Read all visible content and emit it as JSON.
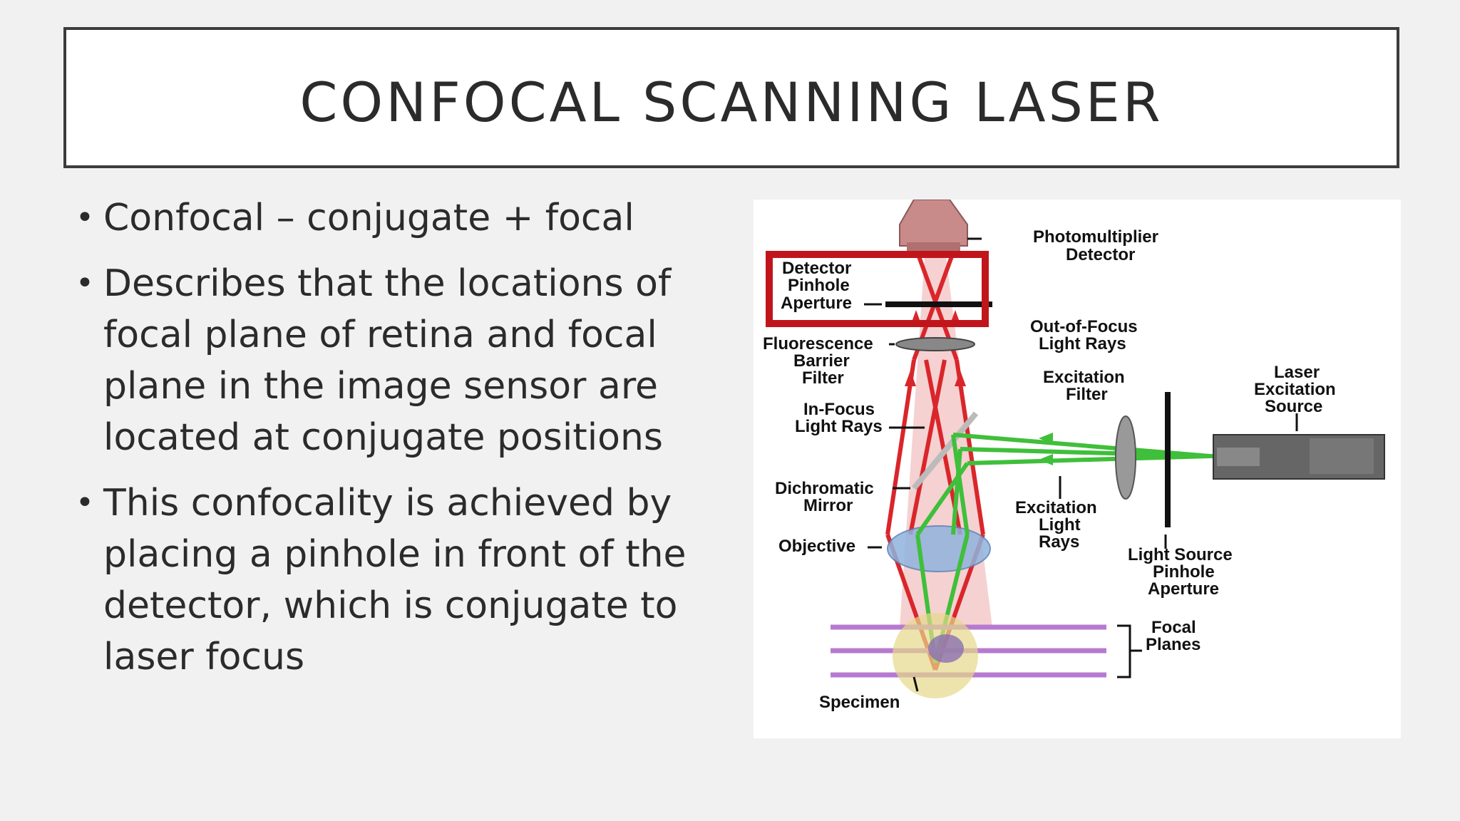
{
  "title": "CONFOCAL SCANNING LASER",
  "bullets": [
    "Confocal – conjugate + focal",
    "Describes that the locations of focal plane of retina and focal plane in the image sensor are located at conjugate positions",
    "This confocality is achieved by placing a pinhole in front of the detector, which is conjugate to laser focus"
  ],
  "bullet_lines": [
    [
      "Confocal – conjugate + focal"
    ],
    [
      "Describes that the locations of",
      "focal plane of retina and focal",
      "plane in the image sensor are",
      "located at conjugate positions"
    ],
    [
      "This confocality is achieved by",
      "placing a pinhole in front of the",
      "detector, which is conjugate to",
      "laser focus"
    ]
  ],
  "diagram": {
    "labels": {
      "photomultiplier_1": "Photomultiplier",
      "photomultiplier_2": "Detector",
      "detector_pinhole_1": "Detector",
      "detector_pinhole_2": "Pinhole",
      "detector_pinhole_3": "Aperture",
      "out_of_focus_1": "Out-of-Focus",
      "out_of_focus_2": "Light Rays",
      "fluorescence_1": "Fluorescence",
      "fluorescence_2": "Barrier",
      "fluorescence_3": "Filter",
      "excitation_filter_1": "Excitation",
      "excitation_filter_2": "Filter",
      "laser_1": "Laser",
      "laser_2": "Excitation",
      "laser_3": "Source",
      "in_focus_1": "In-Focus",
      "in_focus_2": "Light Rays",
      "dichromatic_1": "Dichromatic",
      "dichromatic_2": "Mirror",
      "excitation_rays_1": "Excitation",
      "excitation_rays_2": "Light",
      "excitation_rays_3": "Rays",
      "objective": "Objective",
      "light_source_1": "Light Source",
      "light_source_2": "Pinhole",
      "light_source_3": "Aperture",
      "focal_planes_1": "Focal",
      "focal_planes_2": "Planes",
      "specimen": "Specimen"
    },
    "colors": {
      "emission": "#d9262b",
      "excitation": "#3fbf3a",
      "highlight_box": "#c0161b",
      "focal_plane": "#b77ad0",
      "lens": "#8fb3dd"
    }
  }
}
